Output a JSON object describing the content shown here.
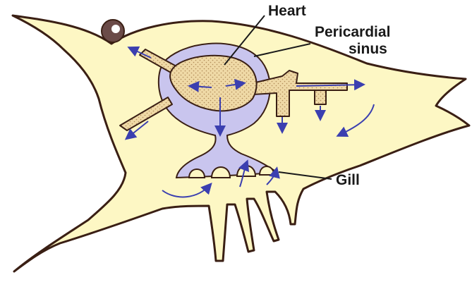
{
  "labels": {
    "heart": "Heart",
    "pericardial_line1": "Pericardial",
    "pericardial_line2": "sinus",
    "gill": "Gill"
  },
  "colors": {
    "body_fill": "#fdf7c4",
    "outline": "#3a1f14",
    "sinus_fill": "#c9c5ee",
    "heart_fill": "#efd9a6",
    "flow_arrow": "#3b3fb0"
  }
}
